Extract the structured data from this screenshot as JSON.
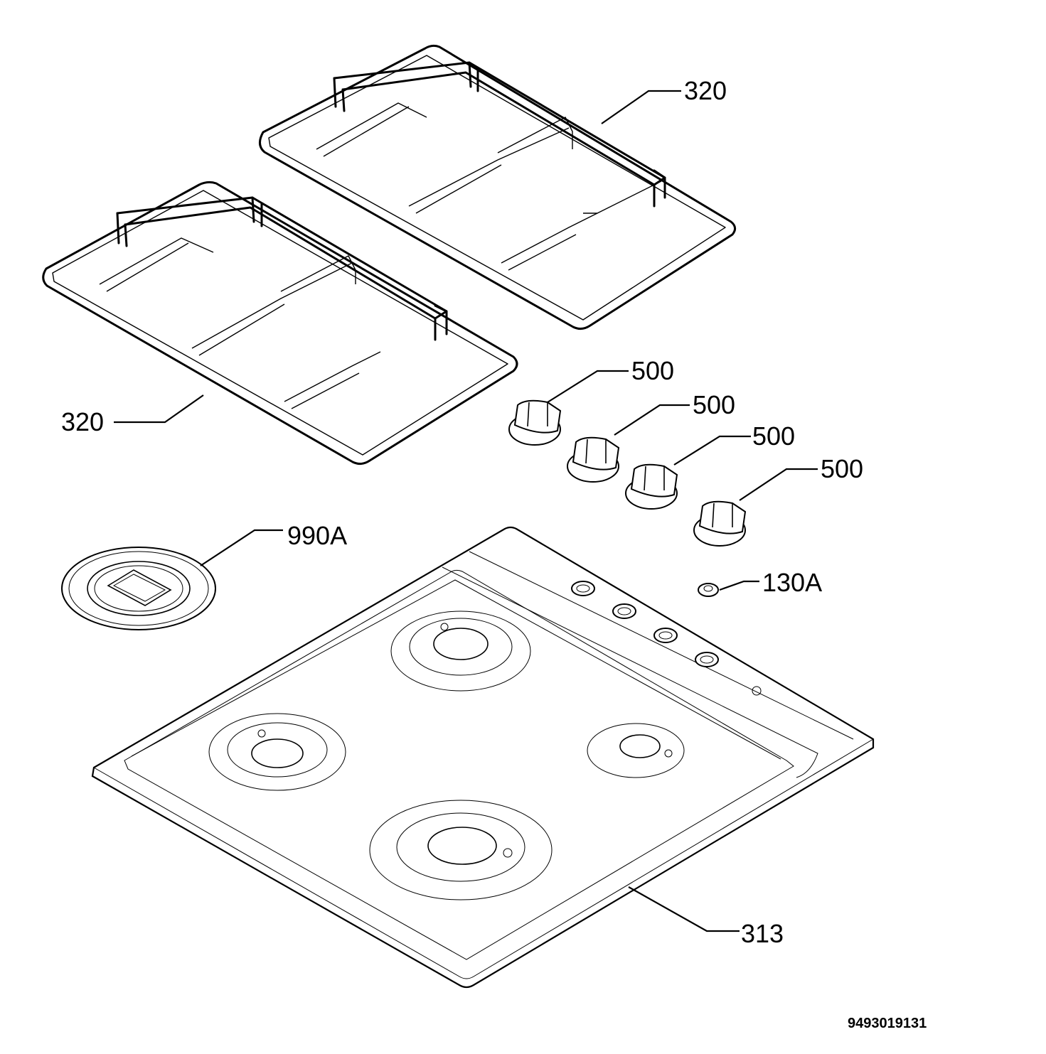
{
  "diagram": {
    "callouts": {
      "grate_back": "320",
      "grate_front": "320",
      "knob_1": "500",
      "knob_2": "500",
      "knob_3": "500",
      "knob_4": "500",
      "burner_cap": "990A",
      "bushing": "130A",
      "hob_top": "313"
    },
    "drawing_number": "9493019131"
  }
}
